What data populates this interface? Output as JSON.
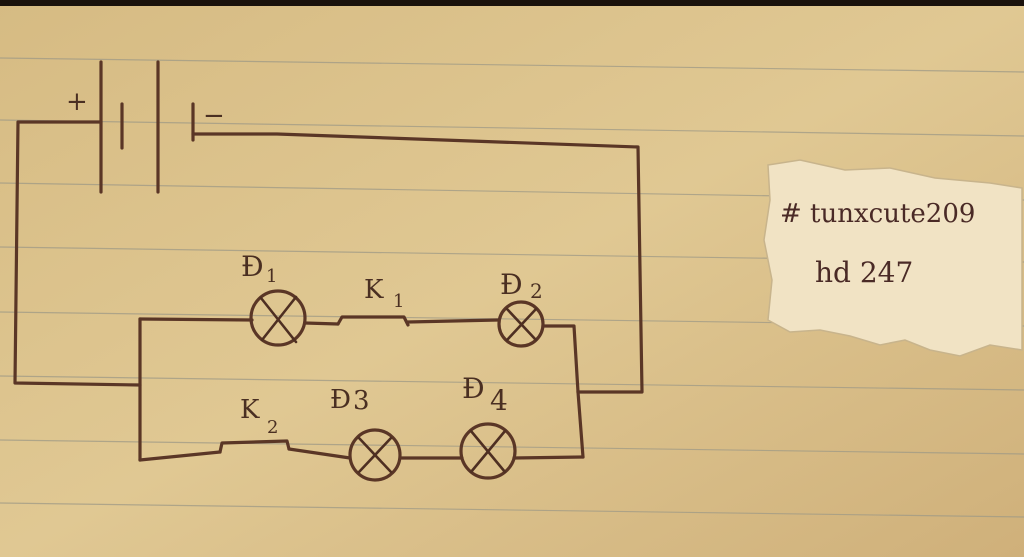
{
  "diagram": {
    "battery": {
      "positive_label": "+",
      "negative_label": "−"
    },
    "lamps": [
      {
        "id": "D1",
        "letter": "Đ",
        "sub": "1"
      },
      {
        "id": "D2",
        "letter": "Đ",
        "sub": "2"
      },
      {
        "id": "D3",
        "letter": "Đ",
        "sub": "3"
      },
      {
        "id": "D4",
        "letter": "Đ",
        "sub": "4"
      }
    ],
    "switches": [
      {
        "id": "K1",
        "letter": "K",
        "sub": "1"
      },
      {
        "id": "K2",
        "letter": "K",
        "sub": "2"
      }
    ]
  },
  "note": {
    "line1": "# tunxcute209",
    "line2": "hd 247"
  }
}
